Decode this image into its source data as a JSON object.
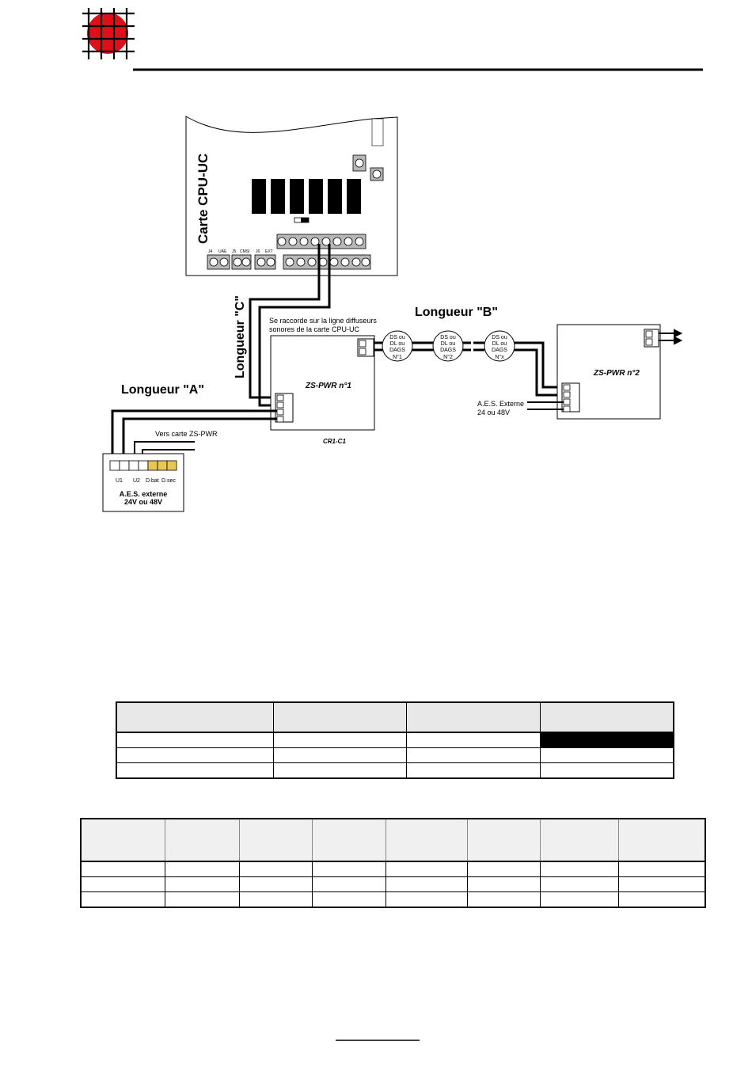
{
  "colors": {
    "logo_red": "#e0101a",
    "line": "#000000",
    "table_header_bg": "#e8e8e8"
  },
  "labels": {
    "cpu_card": "Carte CPU-UC",
    "length_a": "Longueur \"A\"",
    "length_b": "Longueur \"B\"",
    "length_c": "Longueur \"C\"",
    "note_line1": "Se raccorde sur la ligne diffuseurs",
    "note_line2": "sonores de la carte CPU-UC",
    "zs_pwr_1": "ZS-PWR n°1",
    "zs_pwr_2": "ZS-PWR n°2",
    "cr1": "CR1-C1",
    "vers_carte": "Vers carte ZS-PWR",
    "aes_ext_line1": "A.E.S. Externe",
    "aes_ext_line2": "24 ou 48V",
    "aes_box_line1": "A.E.S. externe",
    "aes_box_line2": "24V ou 48V",
    "u1": "U1",
    "u2": "U2",
    "dbat": "D.bat",
    "dsec": "D.sec",
    "j4": "J4",
    "uae": "UAE",
    "j5": "J5",
    "cmsi": "CMSI",
    "j6": "J6",
    "ext": "EXT",
    "ds_line1": "DS ou",
    "ds_line2": "DL ou",
    "ds_line3": "DAGS",
    "n1": "N°1",
    "n2": "N°2",
    "nx": "N°x",
    "minus": "-",
    "plus": "+"
  }
}
